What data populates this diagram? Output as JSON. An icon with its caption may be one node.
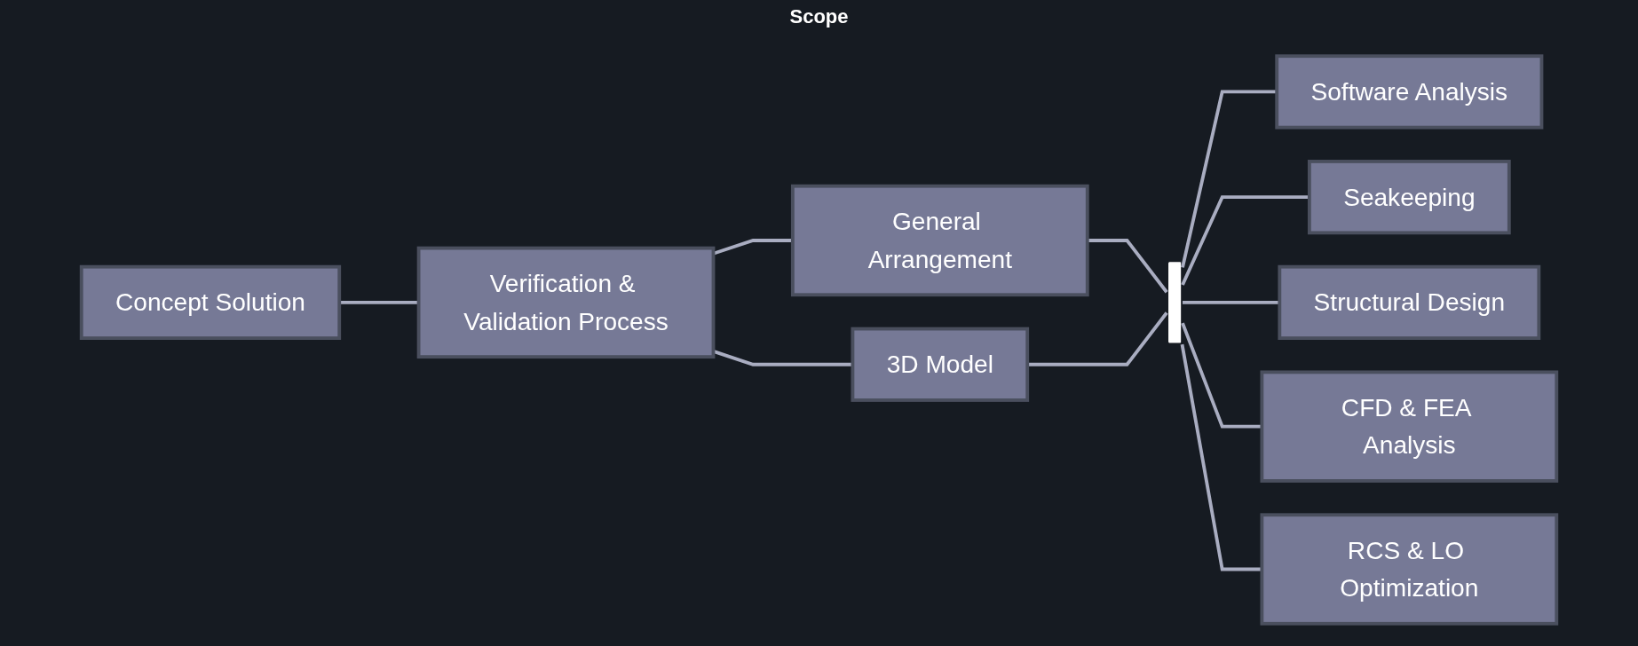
{
  "diagram": {
    "nodes": [
      {
        "text": [
          "Concept Solution"
        ]
      },
      {
        "text": [
          "Verification & Validation Process"
        ]
      },
      {
        "text": [
          "General Arrangement"
        ]
      },
      {
        "text": [
          "3D Model"
        ]
      },
      {
        "text": [],
        "shape": "bar"
      },
      {
        "text": [
          "Software Analysis"
        ]
      },
      {
        "text": [
          "Seakeeping"
        ]
      },
      {
        "text": [
          "Structural Design"
        ]
      },
      {
        "text": [
          "CFD & FEA Analysis"
        ]
      },
      {
        "text": [
          "RCS & LO Optimization"
        ]
      }
    ],
    "edges": [
      {
        "from": 0,
        "to": 1,
        "arrow": "none"
      },
      {
        "from": 1,
        "to": 2,
        "arrow": "none"
      },
      {
        "from": 1,
        "to": 3,
        "arrow": "none"
      },
      {
        "from": 2,
        "to": 4,
        "arrow": "none"
      },
      {
        "from": 3,
        "to": 4,
        "arrow": "none"
      },
      {
        "from": 4,
        "to": 5,
        "arrow": "none"
      },
      {
        "from": 4,
        "to": 6,
        "arrow": "none"
      },
      {
        "from": 4,
        "to": 7,
        "arrow": "none"
      },
      {
        "from": 4,
        "to": 8,
        "arrow": "none"
      },
      {
        "from": 4,
        "to": 9,
        "arrow": "none"
      }
    ],
    "labels": [
      "Scope"
    ]
  }
}
